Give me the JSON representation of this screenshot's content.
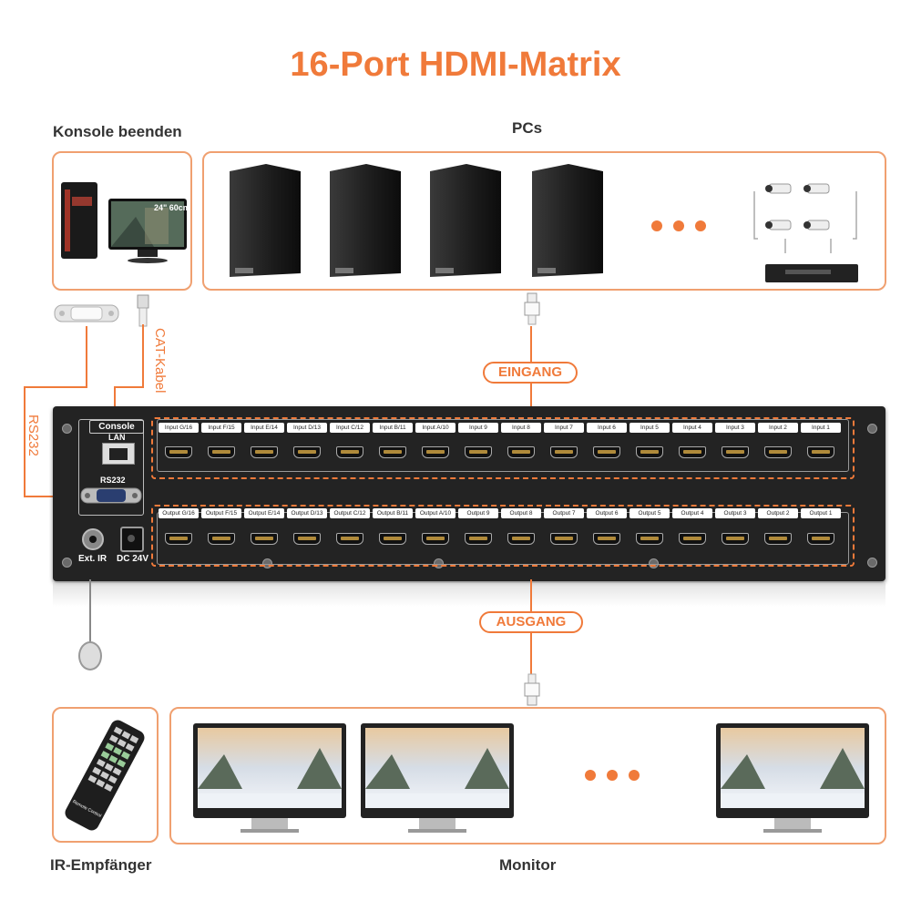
{
  "title": "16-Port HDMI-Matrix",
  "labels": {
    "console_exit": "Konsole beenden",
    "pcs": "PCs",
    "ir_receiver": "IR-Empfänger",
    "monitor": "Monitor",
    "rs232": "RS232",
    "cat": "CAT-Kabel",
    "eingang": "EINGANG",
    "ausgang": "AUSGANG"
  },
  "monitor_screen": "24\" 60cm",
  "remote_text": "Remote Control",
  "device": {
    "console_title": "Console",
    "lan": "LAN",
    "rs232_port": "RS232",
    "ext_ir": "Ext. IR",
    "dc": "DC 24V",
    "inputs": [
      "Input G/16",
      "Input F/15",
      "Input E/14",
      "Input D/13",
      "Input C/12",
      "Input B/11",
      "Input A/10",
      "Input 9",
      "Input 8",
      "Input 7",
      "Input 6",
      "Input 5",
      "Input 4",
      "Input 3",
      "Input 2",
      "Input 1"
    ],
    "outputs": [
      "Output G/16",
      "Output F/15",
      "Output E/14",
      "Output D/13",
      "Output C/12",
      "Output B/11",
      "Output A/10",
      "Output 9",
      "Output 8",
      "Output 7",
      "Output 6",
      "Output 5",
      "Output 4",
      "Output 3",
      "Output 2",
      "Output 1"
    ]
  },
  "colors": {
    "accent": "#f07a3a",
    "box_border": "#f0a070",
    "device": "#232323"
  }
}
